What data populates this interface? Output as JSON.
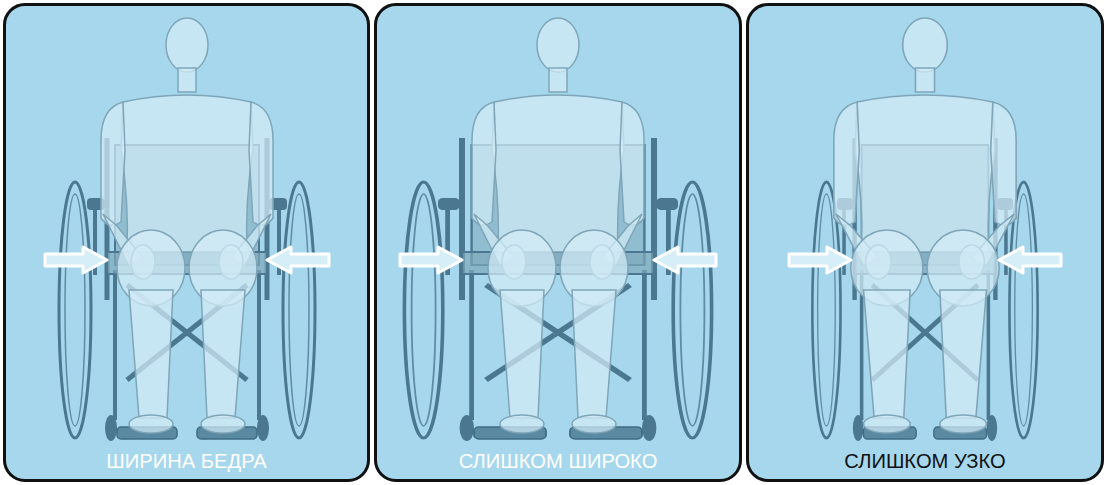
{
  "diagram": {
    "nodes": [
      {
        "text": [
          "ШИРИНА БЕДРА"
        ]
      },
      {
        "text": [
          "СЛИШКОМ ШИРОКО"
        ]
      },
      {
        "text": [
          "СЛИШКОМ УЗКО"
        ]
      }
    ]
  }
}
